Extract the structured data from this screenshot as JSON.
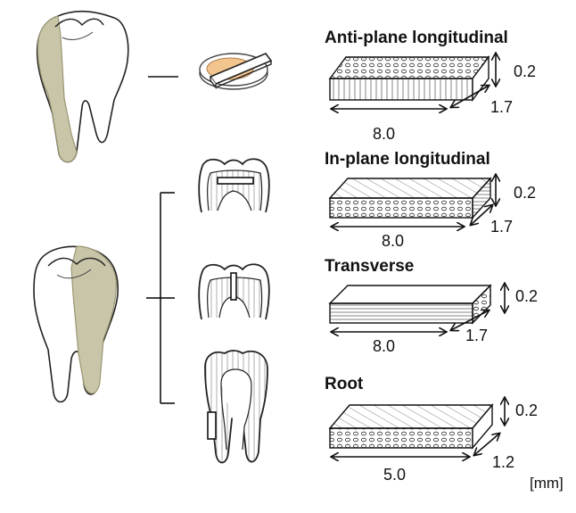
{
  "panels": [
    {
      "heading": "Anti-plane longitudinal",
      "length": "8.0",
      "width": "1.7",
      "thickness": "0.2"
    },
    {
      "heading": "In-plane longitudinal",
      "length": "8.0",
      "width": "1.7",
      "thickness": "0.2"
    },
    {
      "heading": "Transverse",
      "length": "8.0",
      "width": "1.7",
      "thickness": "0.2"
    },
    {
      "heading": "Root",
      "length": "5.0",
      "width": "1.2",
      "thickness": "0.2"
    }
  ],
  "unit_label": "[mm]",
  "colors": {
    "tooth_shade": "#c9c5a9",
    "tooth_outline": "#222222",
    "disc_fill": "#f2c48e",
    "line": "#111111"
  }
}
